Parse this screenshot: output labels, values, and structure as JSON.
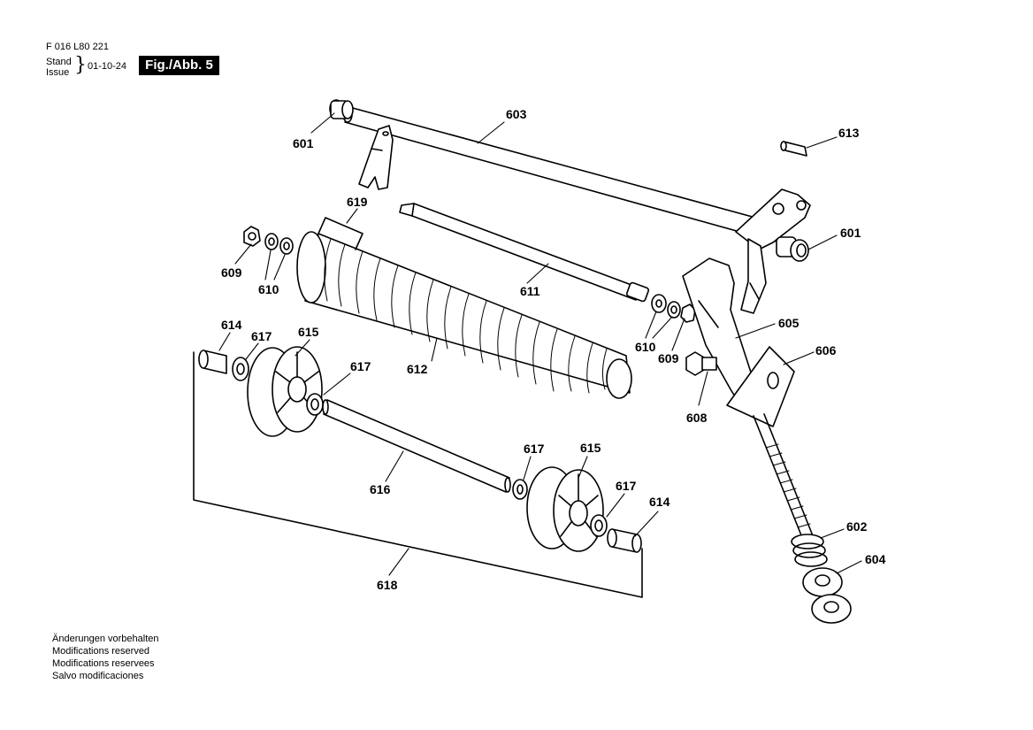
{
  "header": {
    "doc_number": "F 016 L80 221",
    "stand": "Stand",
    "issue": "Issue",
    "date": "01-10-24",
    "figure": "Fig./Abb. 5"
  },
  "parts": {
    "p601a": "601",
    "p601b": "601",
    "p602": "602",
    "p603": "603",
    "p604": "604",
    "p605": "605",
    "p606": "606",
    "p608": "608",
    "p609a": "609",
    "p609b": "609",
    "p610a": "610",
    "p610b": "610",
    "p611": "611",
    "p612": "612",
    "p613": "613",
    "p614a": "614",
    "p614b": "614",
    "p615a": "615",
    "p615b": "615",
    "p616": "616",
    "p617a": "617",
    "p617b": "617",
    "p617c": "617",
    "p617d": "617",
    "p618": "618",
    "p619": "619"
  },
  "footer": {
    "line1": "Änderungen vorbehalten",
    "line2": "Modifications reserved",
    "line3": "Modifications reservees",
    "line4": "Salvo modificaciones"
  }
}
